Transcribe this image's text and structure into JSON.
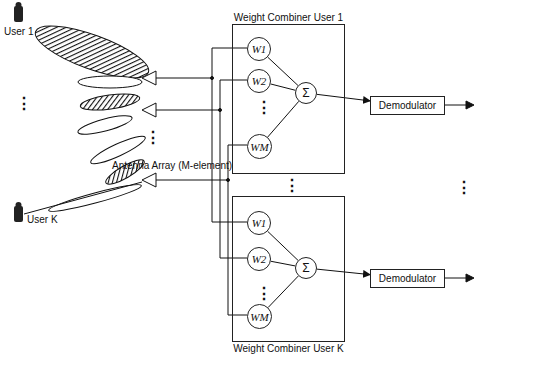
{
  "diagram": {
    "nodes": [
      {
        "text": [
          "Weight Combiner User 1"
        ]
      },
      {
        "text": [
          "W1"
        ],
        "in": 0
      },
      {
        "text": [
          "W2"
        ],
        "in": 0
      },
      {
        "text": [
          "WM"
        ],
        "in": 0
      },
      {
        "text": [
          "Σ"
        ],
        "in": 0
      },
      {
        "text": [
          "Demodulator"
        ]
      },
      {
        "text": [
          "Weight Combiner User K"
        ]
      },
      {
        "text": [
          "W1"
        ],
        "in": 6
      },
      {
        "text": [
          "W2"
        ],
        "in": 6
      },
      {
        "text": [
          "WM"
        ],
        "in": 6
      },
      {
        "text": [
          "Σ"
        ],
        "in": 6
      },
      {
        "text": [
          "Demodulator"
        ]
      }
    ],
    "edges": [
      {
        "from": 1,
        "to": 4,
        "arrow": "none"
      },
      {
        "from": 2,
        "to": 4,
        "arrow": "none"
      },
      {
        "from": 3,
        "to": 4,
        "arrow": "none"
      },
      {
        "from": 4,
        "to": 5,
        "arrow": "to"
      },
      {
        "from": 7,
        "to": 10,
        "arrow": "none"
      },
      {
        "from": 8,
        "to": 10,
        "arrow": "none"
      },
      {
        "from": 9,
        "to": 10,
        "arrow": "none"
      },
      {
        "from": 10,
        "to": 11,
        "arrow": "to"
      }
    ],
    "labels": [
      "User 1",
      "User K",
      "Antenna Array (M-element)",
      "⋮",
      "⋮",
      "⋮",
      "⋮",
      "⋮",
      "⋮"
    ]
  }
}
